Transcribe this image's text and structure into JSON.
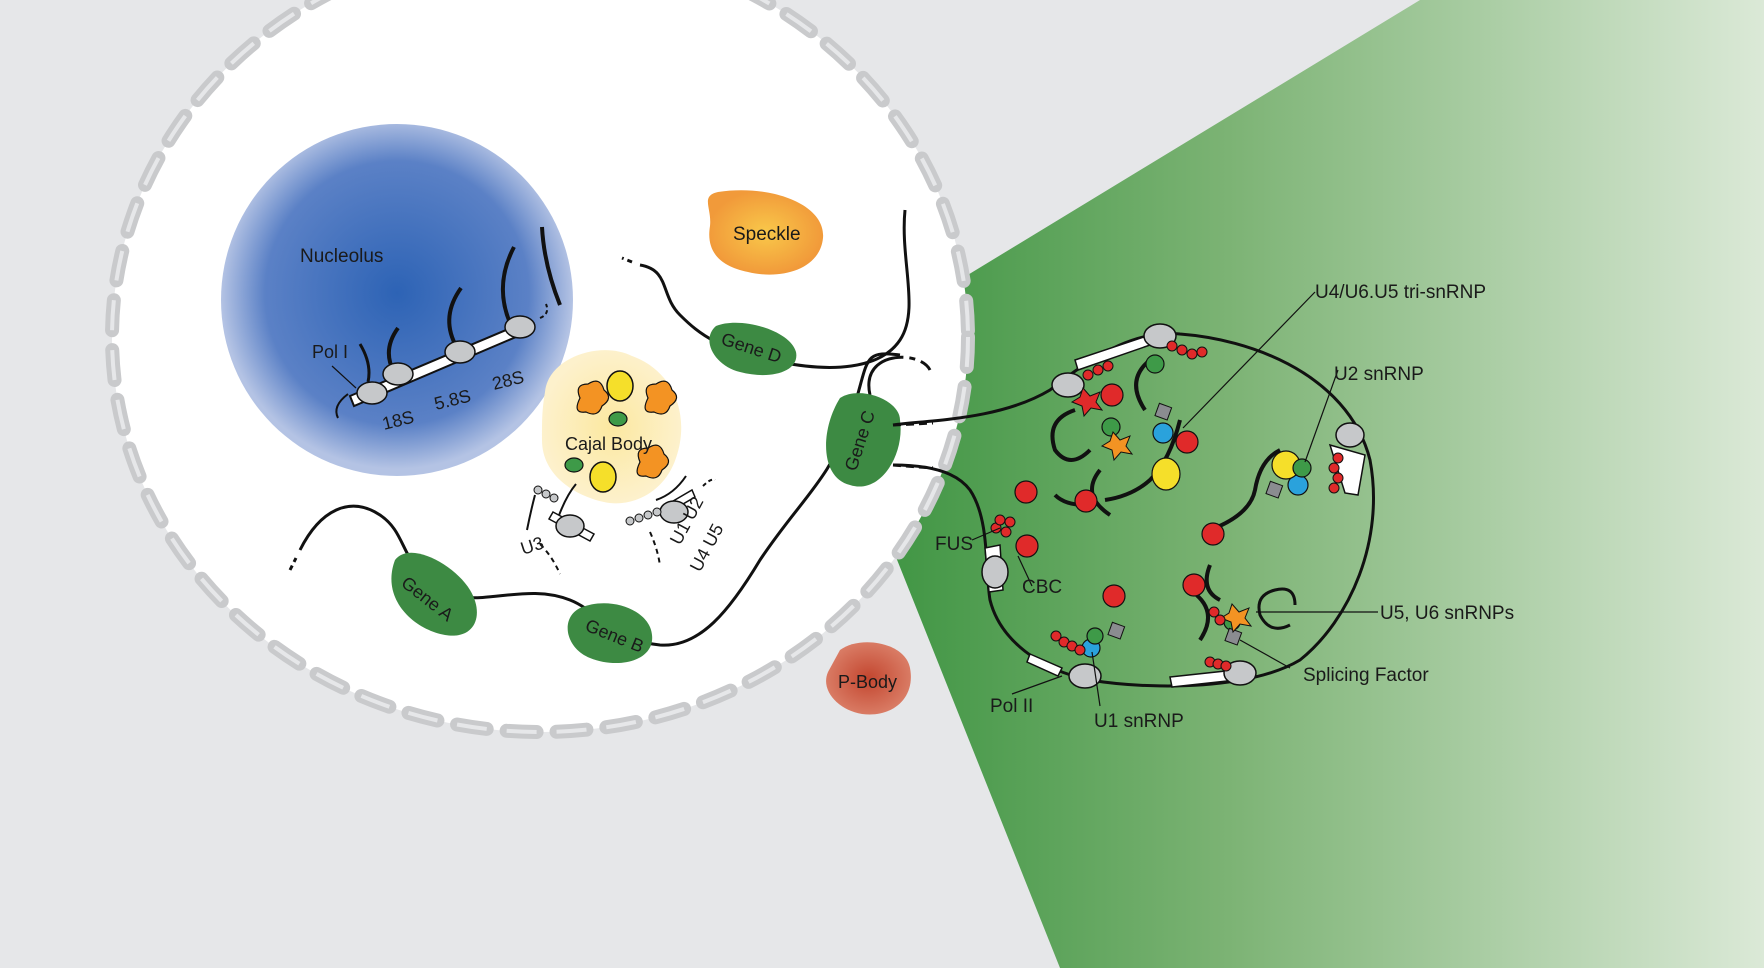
{
  "colors": {
    "background": "#e6e7e9",
    "nucleus": "#ffffff",
    "envelope": "#c9cacc",
    "nucleolus": "#3f6ebd",
    "speckle": "#f2a93b",
    "cajal": "#fde9a6",
    "gene": "#3d8a43",
    "pbody": "#c84f36",
    "zoom_dark": "#3b923f",
    "zoom_light": "#dbe9d7",
    "rna_red": "#e02a2a",
    "snrnp_blue": "#2aa2dc",
    "snrnp_yellow": "#f5df2a",
    "snrnp_green": "#3e9a48",
    "star_orange": "#f39323",
    "square_gray": "#8a8c90"
  },
  "labels": {
    "nucleolus": "Nucleolus",
    "pol1": "Pol I",
    "r18s": "18S",
    "r58s": "5.8S",
    "r28s": "28S",
    "speckle": "Speckle",
    "cajal": "Cajal Body",
    "u3": "U3",
    "u1u2": "U1 U2",
    "u4u5": "U4 U5",
    "gene_a": "Gene A",
    "gene_b": "Gene B",
    "gene_c": "Gene C",
    "gene_d": "Gene D",
    "pbody": "P-Body",
    "tri_snrnp": "U4/U6.U5 tri-snRNP",
    "u2_snrnp": "U2 snRNP",
    "fus": "FUS",
    "cbc": "CBC",
    "u5u6": "U5, U6 snRNPs",
    "splicing_factor": "Splicing Factor",
    "pol2": "Pol II",
    "u1_snrnp": "U1 snRNP"
  }
}
